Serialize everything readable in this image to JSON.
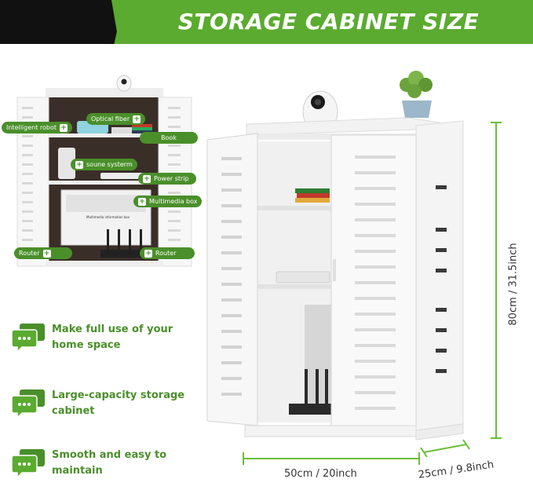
{
  "banner": {
    "title": "STORAGE CABINET SIZE",
    "colors": {
      "green": "#5aab2f",
      "dark": "#111111"
    }
  },
  "inset": {
    "tags": {
      "intelligent_robot": "Intelligent robot",
      "optical_fiber": "Optical fiber",
      "book": "Book",
      "sound_system": "soune systerm",
      "power_strip": "Power strip",
      "multimedia_box": "Multimedia box",
      "router_left": "Router",
      "router_right": "Router"
    },
    "box_label": "Multimedia information box"
  },
  "features": [
    {
      "text": "Make full use of your home space",
      "icon": "chat-bubbles-icon"
    },
    {
      "text": "Large-capacity storage cabinet",
      "icon": "chat-bubbles-icon"
    },
    {
      "text": "Smooth and easy to maintain",
      "icon": "chat-bubbles-icon"
    }
  ],
  "dimensions": {
    "height": "80cm / 31.5inch",
    "width": "50cm / 20inch",
    "depth": "25cm / 9.8inch"
  },
  "colors": {
    "accent": "#4a8f2a",
    "dim_line": "#6bbf3a"
  }
}
